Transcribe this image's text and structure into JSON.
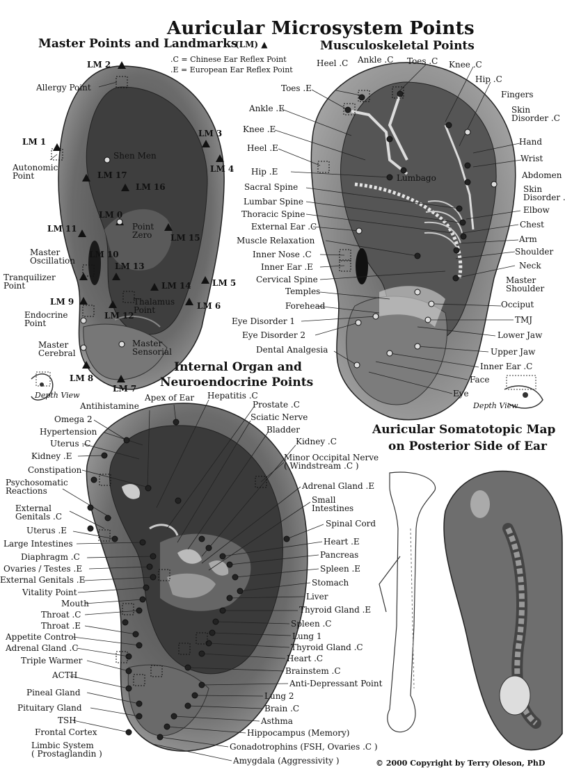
{
  "title": "Auricular Microsystem Points",
  "copyright": "© 2000  Copyright by Terry Oleson, PhD",
  "panels": {
    "master": {
      "title": "Master Points and Landmarks",
      "title_suffix": "(LM)",
      "legend": [
        ".C = Chinese Ear Reflex Point",
        ".E = European Ear Reflex Point"
      ],
      "depth_view": "Depth View",
      "labels": {
        "lm2": "LM 2",
        "allergy": "Allergy Point",
        "lm1": "LM 1",
        "autonomic": "Autonomic\nPoint",
        "shenmen": "Shen Men",
        "lm3": "LM 3",
        "lm4": "LM 4",
        "lm17": "LM 17",
        "lm16": "LM 16",
        "lm0": "LM 0",
        "pointzero": "Point\nZero",
        "lm15": "LM 15",
        "lm11": "LM 11",
        "masterosc": "Master\nOscillation",
        "lm10": "LM 10",
        "lm13": "LM 13",
        "lm14": "LM 14",
        "tranq": "Tranquilizer\nPoint",
        "thalamus": "Thalamus\nPoint",
        "lm5": "LM 5",
        "lm9": "LM 9",
        "lm6": "LM 6",
        "endocrine": "Endocrine\nPoint",
        "lm12": "LM 12",
        "mastercerebral": "Master\nCerebral",
        "mastersensorial": "Master\nSensorial",
        "lm8": "LM 8",
        "lm7": "LM 7"
      }
    },
    "musculo": {
      "title": "Musculoskeletal Points",
      "depth_view": "Depth View",
      "labels": {
        "heelc": "Heel .C",
        "anklec": "Ankle .C",
        "toesc": "Toes .C",
        "kneec": "Knee .C",
        "hipc": "Hip .C",
        "toese": "Toes .E",
        "fingers": "Fingers",
        "ankle_e": "Ankle .E",
        "skindisorderc": "Skin\nDisorder .C",
        "kneee": "Knee .E",
        "hand": "Hand",
        "heele": "Heel .E",
        "wrist": "Wrist",
        "hipe": "Hip .E",
        "lumbago": "Lumbago",
        "abdomen": "Abdomen",
        "sacral": "Sacral Spine",
        "skindisorder2": "Skin\nDisorder .E",
        "lumbar": "Lumbar Spine",
        "elbow": "Elbow",
        "thoracic": "Thoracic Spine",
        "chest": "Chest",
        "externalear": "External Ear .C",
        "arm": "Arm",
        "musclerelax": "Muscle Relaxation",
        "shoulder": "Shoulder",
        "innernose": "Inner Nose .C",
        "neck": "Neck",
        "innerear_e": "Inner Ear .E",
        "cervical": "Cervical Spine",
        "mastershoulder": "Master\nShoulder",
        "temples": "Temples",
        "occiput": "Occiput",
        "forehead": "Forehead",
        "tmj": "TMJ",
        "eyedis1": "Eye Disorder 1",
        "lowerjaw": "Lower Jaw",
        "eyedis2": "Eye Disorder 2",
        "upperjaw": "Upper Jaw",
        "dental": "Dental Analgesia",
        "innerear_c": "Inner Ear .C",
        "face": "Face",
        "eye": "Eye"
      }
    },
    "internal": {
      "title1": "Internal Organ and",
      "title2": "Neuroendocrine Points",
      "labels_left": [
        "Omega 2",
        "Hypertension",
        "Uterus .C",
        "Kidney .E",
        "Constipation",
        "Psychosomatic\nReactions",
        "External\nGenitals .C",
        "Uterus .E",
        "Large Intestines",
        "Diaphragm .C",
        "Ovaries / Testes .E",
        "External Genitals .E",
        "Vitality Point",
        "Mouth",
        "Throat .C",
        "Throat .E",
        "Appetite Control",
        "Adrenal Gland .C",
        "Triple Warmer",
        "ACTH",
        "Pineal Gland",
        "Pituitary Gland",
        "TSH",
        "Frontal Cortex",
        "Limbic System\n( Prostaglandin )"
      ],
      "labels_top": [
        "Antihistamine",
        "Apex of Ear",
        "Hepatitis .C",
        "Prostate .C",
        "Sciatic Nerve",
        "Bladder",
        "Kidney .C"
      ],
      "labels_right": [
        "Minor Occipital Nerve\n( Windstream .C )",
        "Adrenal Gland .E",
        "Small\nIntestines",
        "Spinal Cord",
        "Heart .E",
        "Pancreas",
        "Spleen .E",
        "Stomach",
        "Liver",
        "Thyroid Gland .E",
        "Spleen .C",
        "Lung 1",
        "Thyroid Gland .C",
        "Heart .C",
        "Brainstem .C",
        "Anti-Depressant Point",
        "Lung 2",
        "Brain .C",
        "Asthma",
        "Hippocampus  (Memory)",
        "Gonadotrophins (FSH, Ovaries .C )",
        "Amygdala  (Aggressivity )"
      ]
    },
    "somatotopic": {
      "title1": "Auricular Somatotopic Map",
      "title2": "on Posterior Side of Ear"
    }
  }
}
